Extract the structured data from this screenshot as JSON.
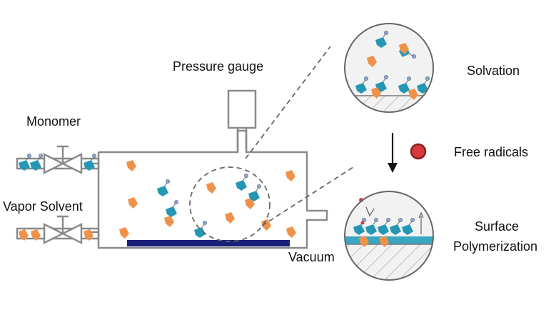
{
  "labels": {
    "pressure_gauge": "Pressure gauge",
    "monomer": "Monomer",
    "vapor_solvent": "Vapor Solvent",
    "vacuum": "Vacuum",
    "solvation": "Solvation",
    "free_radicals": "Free radicals",
    "surface": "Surface",
    "polymerization": "Polymerization"
  },
  "colors": {
    "outline": "#8a8a8a",
    "monomer_teal": "#2596b4",
    "solvent_orange": "#f0914a",
    "substrate_navy": "#1a1f7a",
    "radical_red": "#d63a3a",
    "film_teal": "#3aa7c2",
    "inset_fill": "#f2f2f2"
  }
}
